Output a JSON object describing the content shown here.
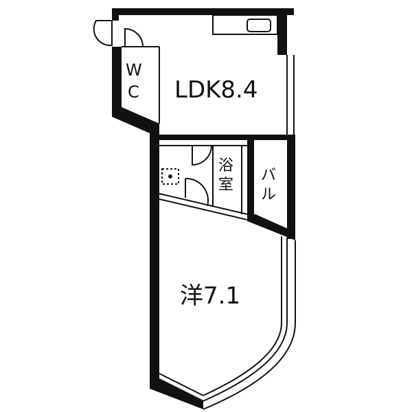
{
  "floor_plan": {
    "rooms": {
      "ldk": {
        "label": "LDK8.4"
      },
      "wc_top": {
        "label": "W"
      },
      "wc_bottom": {
        "label": "C"
      },
      "bath_top": {
        "label": "浴"
      },
      "bath_bottom": {
        "label": "室"
      },
      "balcony_top": {
        "label": "バ"
      },
      "balcony_bottom": {
        "label": "ル"
      },
      "western": {
        "label": "洋7.1"
      }
    },
    "colors": {
      "wall": "#111111",
      "background": "#ffffff"
    }
  }
}
